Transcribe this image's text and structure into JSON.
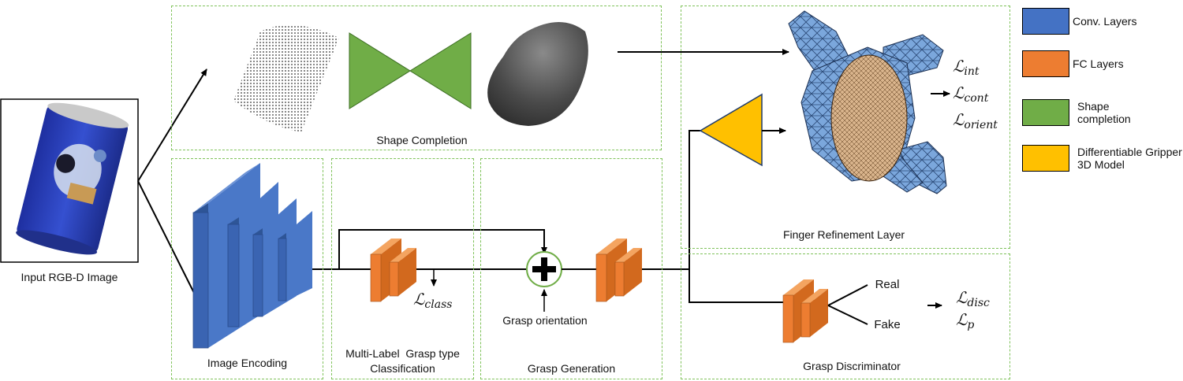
{
  "labels": {
    "input_image": "Input RGB-D Image",
    "shape_completion": "Shape Completion",
    "image_encoding": "Image Encoding",
    "multilabel_line1": "Multi-Label  Grasp type",
    "multilabel_line2": "Classification",
    "grasp_generation": "Grasp Generation",
    "grasp_orientation": "Grasp orientation",
    "finger_refinement": "Finger Refinement Layer",
    "grasp_discriminator": "Grasp Discriminator",
    "real": "Real",
    "fake": "Fake"
  },
  "losses": {
    "class_sub": "class",
    "int_sub": "int",
    "cont_sub": "cont",
    "orient_sub": "orient",
    "disc_sub": "disc",
    "p_sub": "p",
    "symbol": "ℒ"
  },
  "legend": [
    {
      "label": "Conv. Layers",
      "color": "#4472c4"
    },
    {
      "label": "FC Layers",
      "color": "#ed7d31"
    },
    {
      "label": "Shape completion",
      "color": "#70ad47"
    },
    {
      "label": "Differentiable Gripper 3D Model",
      "color": "#ffc000"
    }
  ]
}
